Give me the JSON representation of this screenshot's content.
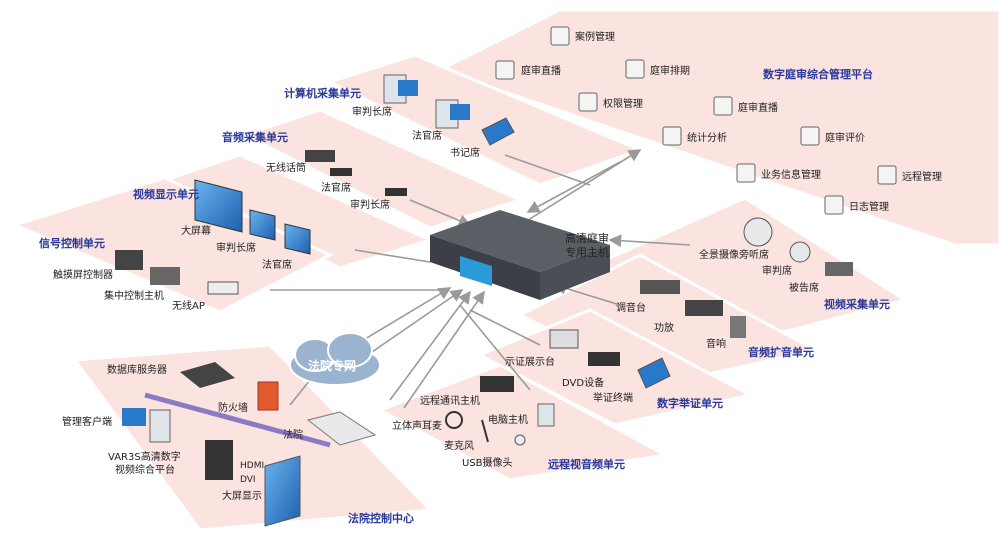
{
  "host": {
    "line1": "高清庭审",
    "line2": "专用主机"
  },
  "cloud_label": "法院专网",
  "units": {
    "platform": "数字庭审综合管理平台",
    "computer": "计算机采集单元",
    "audio_collect": "音频采集单元",
    "video_display": "视频显示单元",
    "signal_control": "信号控制单元",
    "video_collect": "视频采集单元",
    "audio_amp": "音频扩音单元",
    "evidence": "数字举证单元",
    "remote": "远程视音频单元",
    "control_center": "法院控制中心"
  },
  "platform_modules": [
    "案例管理",
    "庭审直播",
    "庭审排期",
    "权限管理",
    "庭审直播",
    "统计分析",
    "庭审评价",
    "业务信息管理",
    "远程管理",
    "日志管理"
  ],
  "labels": {
    "judge_chief_pc": "审判长席",
    "judge_pc": "法官席",
    "clerk_pc": "书记席",
    "wireless_mic": "无线话筒",
    "judge_mic": "法官席",
    "chief_mic": "审判长席",
    "big_screen": "大屏幕",
    "chief_screen": "审判长席",
    "judge_screen": "法官席",
    "touch_panel": "触摸屏控制器",
    "central_control": "集中控制主机",
    "wireless_ap": "无线AP",
    "pano_camera": "全景摄像旁听席",
    "judge_camera": "审判席",
    "defendant_camera": "被告席",
    "mixer": "调音台",
    "amplifier": "功放",
    "speaker": "音响",
    "visualizer": "示证展示台",
    "dvd": "DVD设备",
    "evidence_terminal": "举证终端",
    "remote_host": "远程通讯主机",
    "headphone": "立体声耳麦",
    "microphone": "麦克风",
    "usb_camera": "USB摄像头",
    "pc_host": "电脑主机",
    "db_server": "数据库服务器",
    "mgmt_client": "管理客户端",
    "firewall": "防火墙",
    "court": "法院",
    "var3s_line1": "VAR3S高清数字",
    "var3s_line2": "视频综合平台",
    "hdmi": "HDMI",
    "dvi": "DVI",
    "big_display": "大屏显示"
  },
  "colors": {
    "unit_text": "#2b3a9a",
    "band_fill": "#fbe3df",
    "band_line": "#ffffff",
    "arrow": "#9a9a9a",
    "cloud": "#9ab3cf",
    "screen_blue": "#2a78c8"
  }
}
